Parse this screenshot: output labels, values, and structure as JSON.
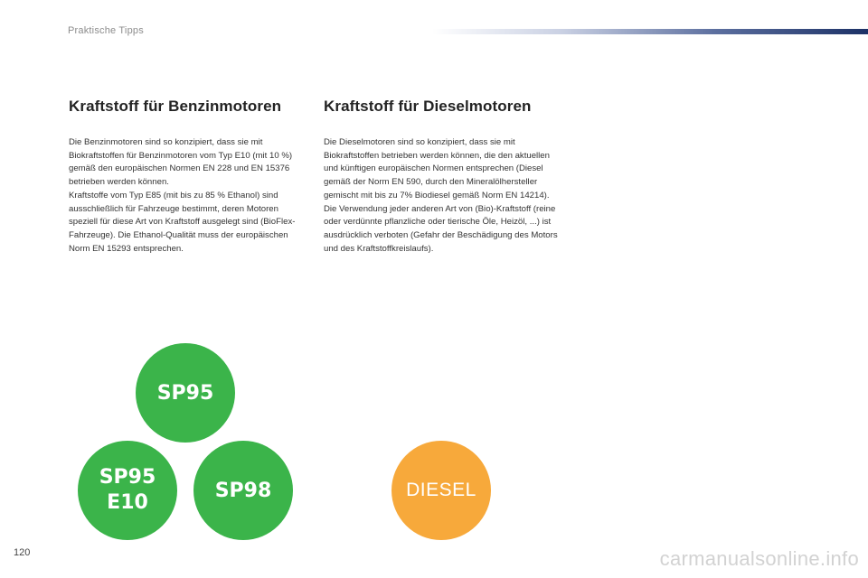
{
  "header": {
    "section_title": "Praktische Tipps"
  },
  "petrol": {
    "heading": "Kraftstoff für Benzinmotoren",
    "paragraph_1": "Die Benzinmotoren sind so konzipiert, dass sie mit Biokraftstoffen für Benzinmotoren vom Typ E10 (mit 10 %) gemäß den europäischen Normen EN 228 und EN 15376 betrieben werden können.",
    "paragraph_2": "Kraftstoffe vom Typ E85 (mit bis zu 85 % Ethanol) sind ausschließlich für Fahrzeuge bestimmt, deren Motoren speziell für diese Art von Kraftstoff ausgelegt sind (BioFlex-Fahrzeuge). Die Ethanol-Qualität muss der europäischen Norm EN 15293 entsprechen."
  },
  "diesel": {
    "heading": "Kraftstoff für Dieselmotoren",
    "paragraph_1": "Die Dieselmotoren sind so konzipiert, dass sie mit Biokraftstoffen betrieben werden können, die den aktuellen und künftigen europäischen Normen entsprechen (Diesel gemäß der Norm EN 590, durch den Mineralölhersteller gemischt mit bis zu 7% Biodiesel gemäß Norm EN 14214).",
    "paragraph_2": "Die Verwendung jeder anderen Art von (Bio)-Kraftstoff (reine oder verdünnte pflanzliche oder tierische Öle, Heizöl, ...) ist ausdrücklich verboten (Gefahr der Beschädigung des Motors und des Kraftstoffkreislaufs)."
  },
  "fuel_labels": {
    "sp95": "SP95",
    "sp95_e10_line1": "SP95",
    "sp95_e10_line2": "E10",
    "sp98": "SP98",
    "diesel": "DIESEL"
  },
  "colors": {
    "petrol_green": "#3bb44a",
    "diesel_orange": "#f7a93b",
    "header_bar_dark": "#1c3166"
  },
  "footer": {
    "page_number": "120",
    "watermark": "carmanualsonline.info"
  }
}
